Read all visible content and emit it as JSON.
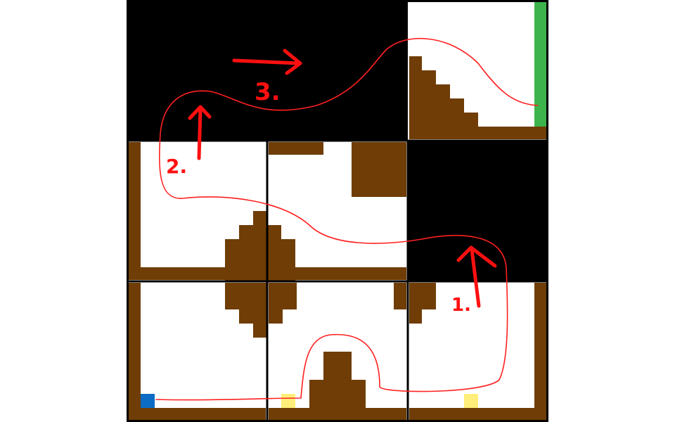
{
  "level": {
    "colors": {
      "background": "#ffffff",
      "wall": "#000000",
      "ground": "#6f3d05",
      "start_block": "#0a6cc4",
      "coin": "#ffef7a",
      "goal": "#3cb44b",
      "route": "#ff2020"
    },
    "rooms": [
      {
        "name": "room-top-left",
        "state": "unexplored"
      },
      {
        "name": "room-top-middle",
        "state": "unexplored"
      },
      {
        "name": "room-top-right",
        "state": "explored"
      },
      {
        "name": "room-middle-left",
        "state": "explored"
      },
      {
        "name": "room-middle-center",
        "state": "explored"
      },
      {
        "name": "room-middle-right",
        "state": "unexplored"
      },
      {
        "name": "room-bottom-left",
        "state": "explored"
      },
      {
        "name": "room-bottom-center",
        "state": "explored"
      },
      {
        "name": "room-bottom-right",
        "state": "explored"
      }
    ],
    "icons": [
      "start-block-icon",
      "coin-icon",
      "goal-flag-icon",
      "arrow-icon"
    ]
  },
  "annotations": {
    "step1": "1.",
    "step2": "2.",
    "step3": "3."
  }
}
